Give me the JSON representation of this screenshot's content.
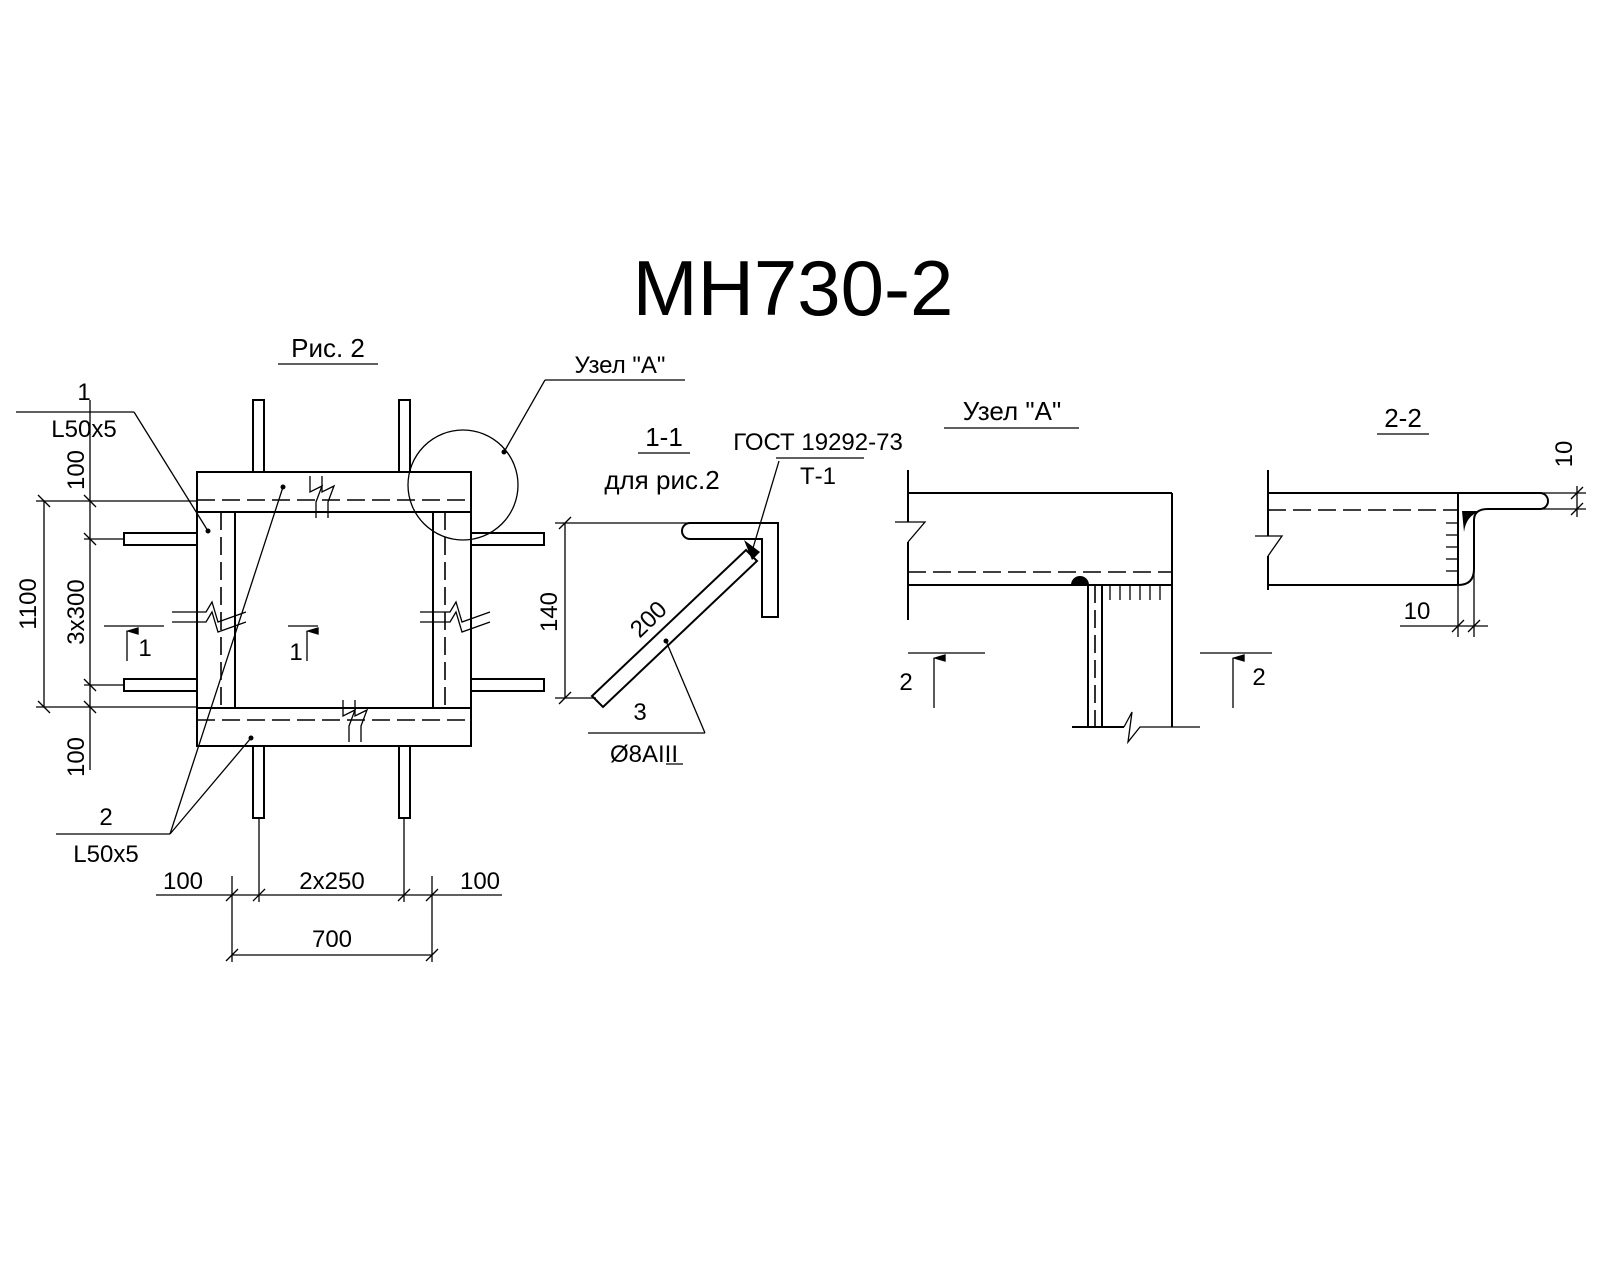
{
  "title": "МН730-2",
  "views": {
    "fig2": {
      "label": "Рис. 2",
      "pos1_number": "1",
      "pos1_profile": "L50x5",
      "pos2_number": "2",
      "pos2_profile": "L50x5",
      "dims": {
        "top_offset": "100",
        "height_total": "1100",
        "spacing_vertical": "3x300",
        "bottom_offset": "100",
        "left_offset": "100",
        "spacing_horizontal": "2x250",
        "right_offset": "100",
        "width_total": "700"
      },
      "section_marker_left": "1",
      "section_marker_center": "1"
    },
    "section_1_1": {
      "label": "1-1",
      "sublabel": "для рис.2",
      "weld_standard": "ГОСТ 19292-73",
      "weld_type": "Т-1",
      "dim_height": "140",
      "dim_length": "200",
      "pos3_number": "3",
      "pos3_rebar": "Ø8АIII"
    },
    "node_a_callout": "Узел \"А\"",
    "node_a": {
      "label": "Узел \"А\"",
      "section_marker_left": "2",
      "section_marker_right": "2"
    },
    "section_2_2": {
      "label": "2-2",
      "dim_vertical": "10",
      "dim_horizontal": "10"
    }
  }
}
